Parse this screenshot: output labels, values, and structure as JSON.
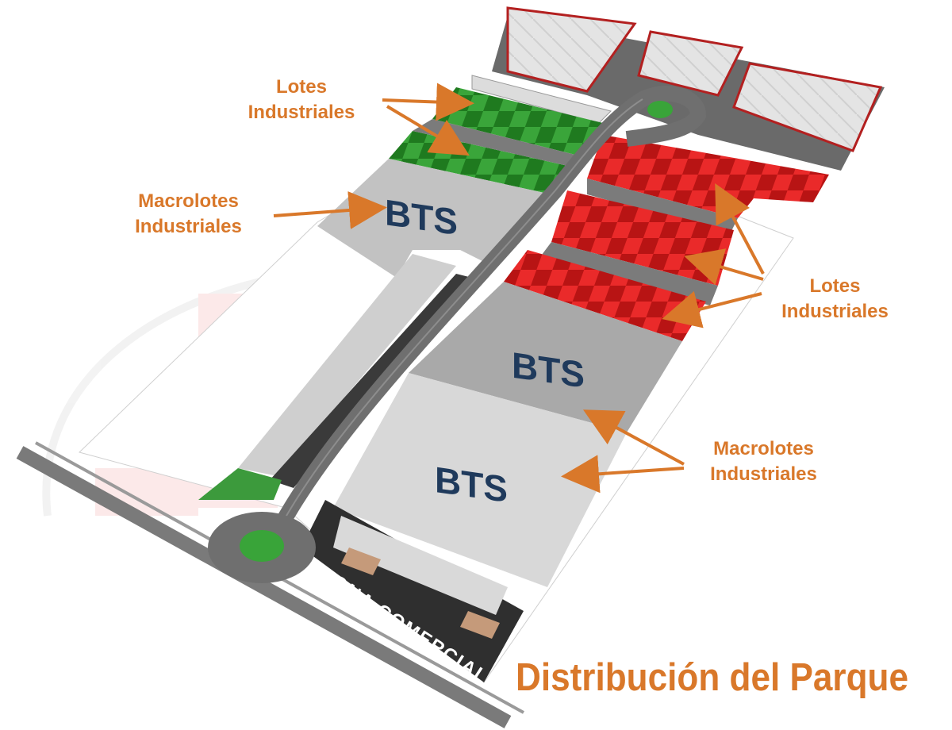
{
  "title": "Distribución del Parque",
  "callouts": {
    "top_left": {
      "line1": "Lotes",
      "line2": "Industriales"
    },
    "middle_left": {
      "line1": "Macrolotes",
      "line2": "Industriales"
    },
    "right_upper": {
      "line1": "Lotes",
      "line2": "Industriales"
    },
    "right_lower": {
      "line1": "Macrolotes",
      "line2": "Industriales"
    }
  },
  "zones": {
    "bts_top": "BTS",
    "bts_middle": "BTS",
    "bts_bottom": "BTS",
    "commercial": "ZONA COMERCIAL"
  },
  "colors": {
    "accent": "#d9782a",
    "bts_text": "#1f3a5c",
    "industrial_lots_green": "#2e8b2e",
    "industrial_lots_red": "#d81e1e",
    "macrolot_gray": "#bdbdbd",
    "road": "#6f6f6f"
  }
}
